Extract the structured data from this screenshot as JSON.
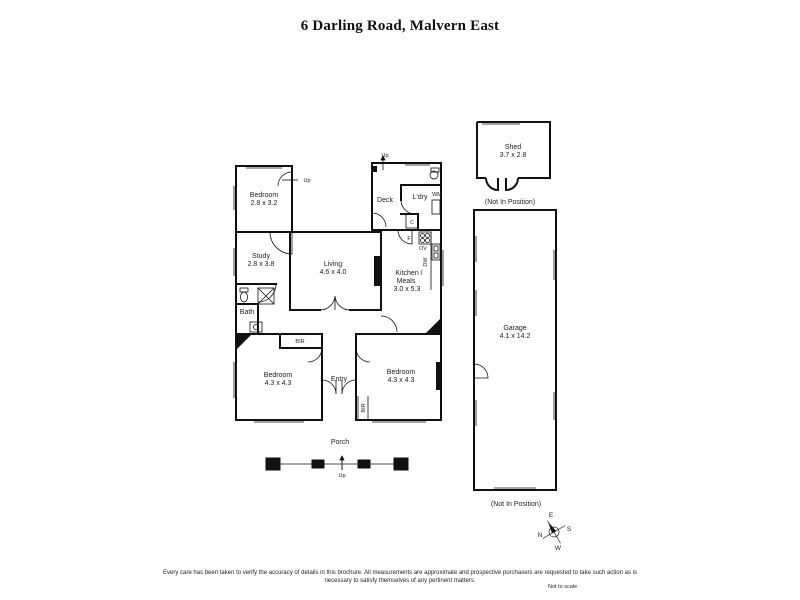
{
  "title": "6 Darling Road, Malvern East",
  "rooms": {
    "bedroom_nw": {
      "name": "Bedroom",
      "size": "2.8 x 3.2"
    },
    "study": {
      "name": "Study",
      "size": "2.8 x 3.8"
    },
    "living": {
      "name": "Living",
      "size": "4.6 x 4.0"
    },
    "kitchen": {
      "name": "Kitchen /",
      "name2": "Meals",
      "size": "3.0 x 5.3"
    },
    "deck": {
      "name": "Deck"
    },
    "laundry": {
      "name": "L'dry"
    },
    "bath": {
      "name": "Bath"
    },
    "bedroom_sw": {
      "name": "Bedroom",
      "size": "4.3 x 4.3"
    },
    "bedroom_se": {
      "name": "Bedroom",
      "size": "4.3 x 4.3"
    },
    "entry": {
      "name": "Entry"
    },
    "porch": {
      "name": "Porch"
    },
    "shed": {
      "name": "Shed",
      "size": "3.7 x 2.8"
    },
    "garage": {
      "name": "Garage",
      "size": "4.1 x 14.2"
    }
  },
  "fixtures": {
    "bir_1": "BIR",
    "bir_2": "BIR",
    "wm": "WM",
    "c": "C",
    "f": "F",
    "ov": "OV",
    "dw": "DW"
  },
  "notes": {
    "up_1": "Up",
    "up_2": "Up",
    "up_3": "Up",
    "not_in_position_1": "(Not In Position)",
    "not_in_position_2": "(Not In Position)"
  },
  "compass": {
    "n": "N",
    "e": "E",
    "s": "S",
    "w": "W"
  },
  "disclaimer": "Every care has been taken to verify the accuracy of details in this brochure.  All measurements are approximate and prospective purchasers are requested to take such action as is necessary to satisfy themselves of any pertinent matters.",
  "not_to_scale": "Not to scale"
}
